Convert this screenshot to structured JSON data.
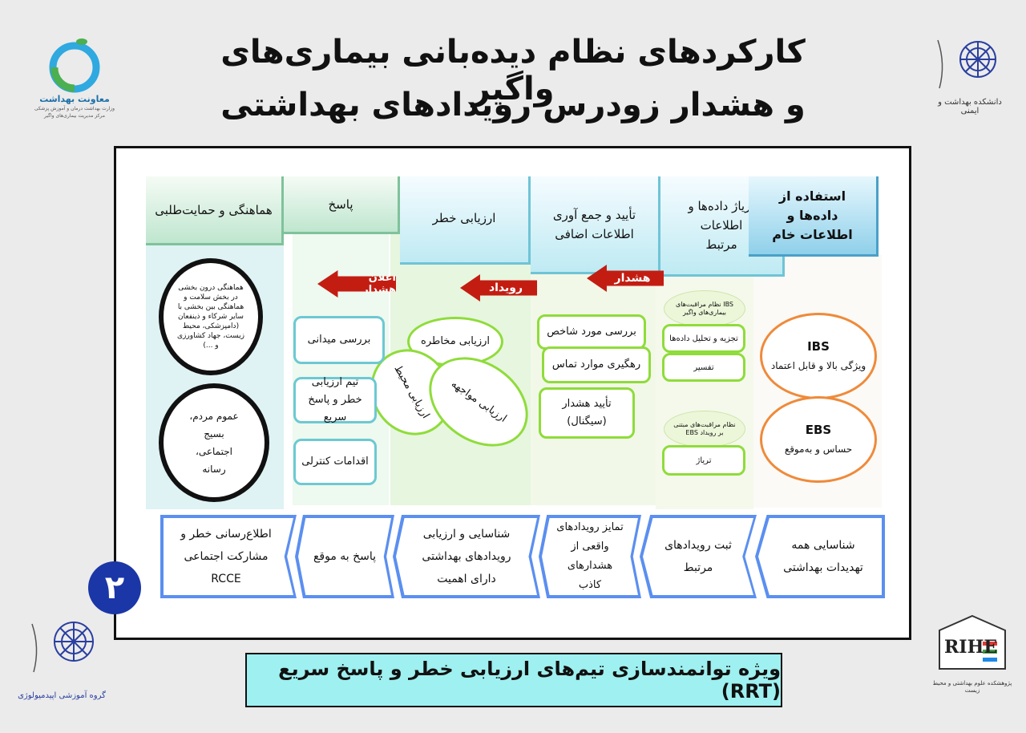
{
  "title": {
    "line1": "کارکردهای نظام دیده‌بانی بیماری‌های واگیر",
    "line2": "و هشدار زودرس رویدادهای بهداشتی"
  },
  "logos": {
    "left_top_caption": "معاونت بهداشت",
    "left_top_sub1": "وزارت بهداشت درمان و آموزش پزشکی",
    "left_top_sub2": "مرکز مدیریت بیماری‌های واگیر",
    "right_top_caption": "دانشکده بهداشت و ایمنی",
    "left_bottom_caption": "گروه آموزشی اپیدمیولوژی",
    "right_bottom_caption": "پژوهشکده علوم بهداشتی و محیط زیست",
    "right_bottom_mark": "RIHE"
  },
  "columns": [
    {
      "header": "استفاده از داده‌ها و اطلاعات خام"
    },
    {
      "header": "تریاژ داده‌ها و اطلاعات مرتبط"
    },
    {
      "header": "تأیید و جمع آوری اطلاعات اضافی"
    },
    {
      "header": "ارزیابی خطر"
    },
    {
      "header": "پاسخ"
    },
    {
      "header": "هماهنگی و حمایت‌طلبی"
    }
  ],
  "arrows": {
    "a1": "هشدار",
    "a2": "رویداد",
    "a3": "اعلان هشدار"
  },
  "col1": {
    "ibs_title": "IBS",
    "ibs_text": "ویژگی بالا و قابل اعتماد",
    "ebs_title": "EBS",
    "ebs_text": "حساس و به‌موقع"
  },
  "col2": {
    "ibs_oval": "IBS نظام مراقبت‌های بیماری‌های واگیر",
    "box1": "تجزیه و تحلیل داده‌ها",
    "box2": "تفسیر",
    "ebs_oval": "نظام مراقبت‌های مبتنی بر رویداد EBS",
    "box3": "تریاژ"
  },
  "col3": {
    "box1": "بررسی مورد شاخص",
    "box2": "رهگیری موارد تماس",
    "box3": "تأیید هشدار (سیگنال)"
  },
  "col4": {
    "e1": "ارزیابی مخاطره",
    "e2": "ارزیابی محیط",
    "e3": "ارزیابی مواجهه"
  },
  "col5": {
    "box1": "بررسی میدانی",
    "box2": "تیم ارزیابی خطر و پاسخ سریع",
    "box3": "اقدامات کنترلی"
  },
  "col6": {
    "c1": "هماهنگی درون بخشی در بخش سلامت و هماهنگی بین بخشی با سایر شرکاء و ذینفعان (دامپزشکی، محیط زیست، جهاد کشاورزی و ...)",
    "c2": "عموم مردم، بسیج اجتماعی، رسانه"
  },
  "bottom": [
    "شناسایی همه تهدیدات بهداشتی",
    "ثبت رویدادهای مرتبط",
    "تمایز رویدادهای واقعی از هشدارهای کاذب",
    "شناسایی و ارزیابی رویدادهای بهداشتی دارای اهمیت",
    "پاسخ به موقع",
    "اطلاع‌رسانی خطر و مشارکت اجتماعی RCCE"
  ],
  "page_number": "۲",
  "footer": "ویژه توانمندسازی تیم‌های ارزیابی خطر و پاسخ سریع (RRT)",
  "colors": {
    "arrow": "#c31d12",
    "green_border": "#8fdc3a",
    "cyan_border": "#6cc9d2",
    "orange": "#ef8a3a",
    "bottom_border": "#5b8ff0",
    "badge": "#1b36a6"
  }
}
